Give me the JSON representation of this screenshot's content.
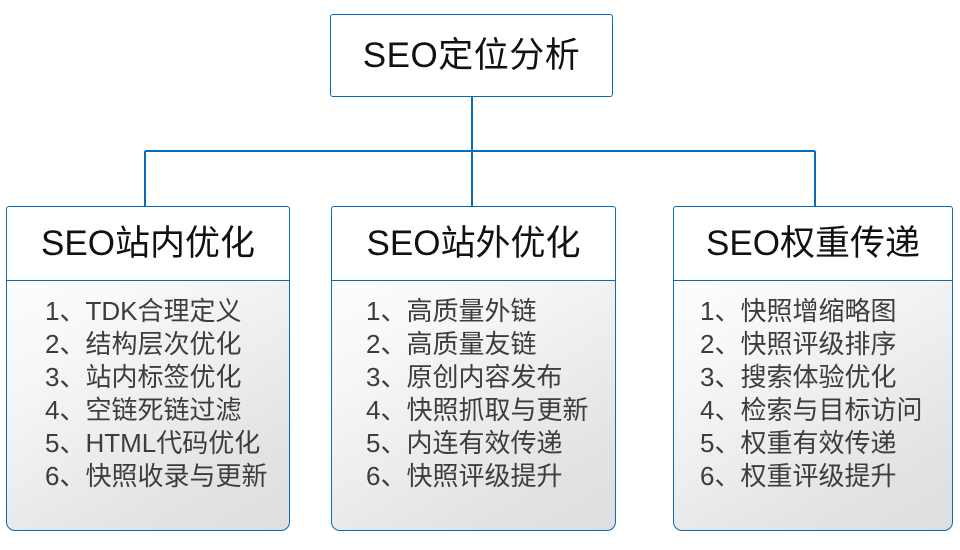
{
  "diagram": {
    "type": "hierarchy-tree",
    "root": {
      "label": "SEO定位分析"
    },
    "branches": [
      {
        "header": "SEO站内优化",
        "items": [
          "1、TDK合理定义",
          "2、结构层次优化",
          "3、站内标签优化",
          "4、空链死链过滤",
          "5、HTML代码优化",
          "6、快照收录与更新"
        ]
      },
      {
        "header": "SEO站外优化",
        "items": [
          "1、高质量外链",
          "2、高质量友链",
          "3、原创内容发布",
          "4、快照抓取与更新",
          "5、内连有效传递",
          "6、快照评级提升"
        ]
      },
      {
        "header": "SEO权重传递",
        "items": [
          "1、快照增缩略图",
          "2、快照评级排序",
          "3、搜索体验优化",
          "4、检索与目标访问",
          "5、权重有效传递",
          "6、权重评级提升"
        ]
      }
    ],
    "colors": {
      "border_blue": "#0a6cb9",
      "connector_blue": "#0a6cb9",
      "root_text": "#111111",
      "header_text": "#111111",
      "item_text": "#3d3d3d",
      "panel_background_top": "#fdfdfd",
      "panel_background_bottom": "#dedede",
      "page_background": "#ffffff"
    }
  }
}
